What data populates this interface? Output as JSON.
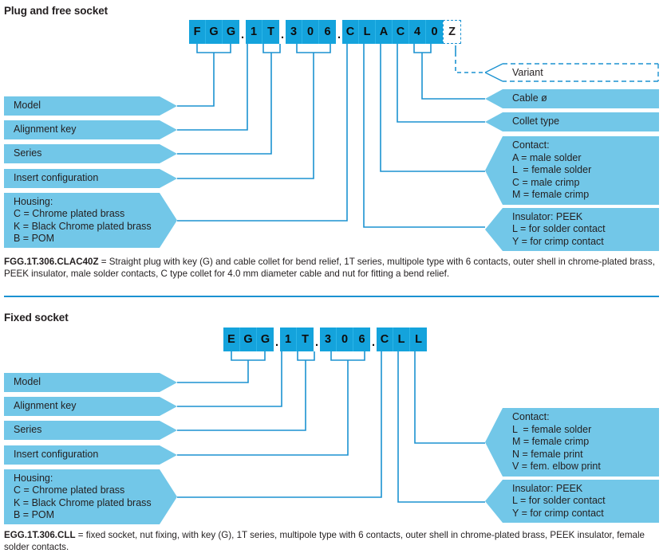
{
  "colors": {
    "code_blue": "#14a3dc",
    "bar_blue": "#72c7e8",
    "line_blue": "#1b92d1",
    "text": "#231f20"
  },
  "sections": [
    {
      "id": "plug-and-free-socket",
      "title": "Plug and free socket",
      "code": {
        "full": "FGG.1T.306.CLAC40Z",
        "groups": [
          {
            "chars": [
              "F",
              "G",
              "G"
            ],
            "variant": false
          },
          {
            "sep": "."
          },
          {
            "chars": [
              "1",
              "T"
            ],
            "variant": false
          },
          {
            "sep": "."
          },
          {
            "chars": [
              "3",
              "0",
              "6"
            ],
            "variant": false
          },
          {
            "sep": "."
          },
          {
            "chars": [
              "C",
              "L",
              "A",
              "C",
              "4",
              "0"
            ],
            "variant": false
          },
          {
            "chars": [
              "Z"
            ],
            "variant": true
          }
        ]
      },
      "left_labels": [
        {
          "name": "model",
          "lines": [
            "Model"
          ]
        },
        {
          "name": "alignment-key",
          "lines": [
            "Alignment key"
          ]
        },
        {
          "name": "series",
          "lines": [
            "Series"
          ]
        },
        {
          "name": "insert-configuration",
          "lines": [
            "Insert configuration"
          ]
        },
        {
          "name": "housing",
          "lines": [
            "Housing:",
            "C = Chrome plated brass",
            "K = Black Chrome plated brass",
            "B = POM"
          ]
        }
      ],
      "right_labels": [
        {
          "name": "variant",
          "outlined": true,
          "lines": [
            "Variant"
          ]
        },
        {
          "name": "cable-diameter",
          "outlined": false,
          "lines": [
            "Cable ø"
          ]
        },
        {
          "name": "collet-type",
          "outlined": false,
          "lines": [
            "Collet type"
          ]
        },
        {
          "name": "contact",
          "outlined": false,
          "lines": [
            "Contact:",
            "A = male solder",
            "L  = female solder",
            "C = male crimp",
            "M = female crimp"
          ]
        },
        {
          "name": "insulator",
          "outlined": false,
          "lines": [
            "Insulator: PEEK",
            "L = for solder contact",
            "Y = for crimp contact"
          ]
        }
      ],
      "caption_code": "FGG.1T.306.CLAC40Z",
      "caption_text": " = Straight plug with key (G) and cable collet for bend relief, 1T series, multipole type with 6 contacts, outer shell in chrome-plated brass, PEEK insulator, male solder contacts, C type collet for 4.0 mm diameter cable and nut for fitting a bend relief."
    },
    {
      "id": "fixed-socket",
      "title": "Fixed socket",
      "code": {
        "full": "EGG.1T.306.CLL",
        "groups": [
          {
            "chars": [
              "E",
              "G",
              "G"
            ],
            "variant": false
          },
          {
            "sep": "."
          },
          {
            "chars": [
              "1",
              "T"
            ],
            "variant": false
          },
          {
            "sep": "."
          },
          {
            "chars": [
              "3",
              "0",
              "6"
            ],
            "variant": false
          },
          {
            "sep": "."
          },
          {
            "chars": [
              "C",
              "L",
              "L"
            ],
            "variant": false
          }
        ]
      },
      "left_labels": [
        {
          "name": "model",
          "lines": [
            "Model"
          ]
        },
        {
          "name": "alignment-key",
          "lines": [
            "Alignment key"
          ]
        },
        {
          "name": "series",
          "lines": [
            "Series"
          ]
        },
        {
          "name": "insert-configuration",
          "lines": [
            "Insert configuration"
          ]
        },
        {
          "name": "housing",
          "lines": [
            "Housing:",
            "C = Chrome plated brass",
            "K = Black Chrome plated brass",
            "B = POM"
          ]
        }
      ],
      "right_labels": [
        {
          "name": "contact",
          "outlined": false,
          "lines": [
            "Contact:",
            "L  = female solder",
            "M = female crimp",
            "N = female print",
            "V = fem. elbow print"
          ]
        },
        {
          "name": "insulator",
          "outlined": false,
          "lines": [
            "Insulator: PEEK",
            "L = for solder contact",
            "Y = for crimp contact"
          ]
        }
      ],
      "caption_code": "EGG.1T.306.CLL",
      "caption_text": " = fixed socket, nut fixing, with key (G), 1T series, multipole type with 6 contacts, outer shell in chrome-plated brass, PEEK insulator, female solder contacts."
    }
  ]
}
